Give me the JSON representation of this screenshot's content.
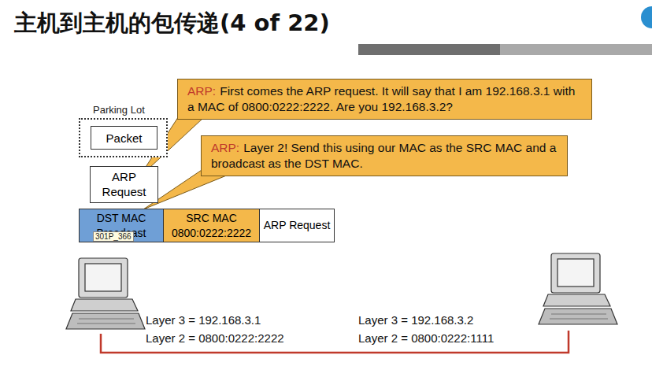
{
  "diagram": {
    "title": "主机到主机的包传递(4 of 22)",
    "nodes": [
      {
        "text": [
          "ARP:",
          "First comes the ARP request. It will say that I am 192.168.3.1 with a MAC of 0800:0222:2222.  Are you 192.168.3.2?"
        ]
      },
      {
        "text": [
          "ARP:",
          "Layer 2! Send this using our MAC as the SRC MAC and a broadcast as the DST MAC."
        ]
      },
      {
        "text": [
          "Parking Lot"
        ]
      },
      {
        "text": [
          "Packet"
        ],
        "in": 2
      },
      {
        "text": [
          "ARP Request"
        ]
      },
      {
        "text": [
          "DST MAC",
          "Broadcast"
        ]
      },
      {
        "text": [
          "SRC MAC",
          "0800:0222:2222"
        ]
      },
      {
        "text": [
          "ARP Request"
        ]
      }
    ],
    "edges": [],
    "labels": [
      "301P_366",
      "Layer 3 = 192.168.3.1",
      "Layer 2 = 0800:0222:2222",
      "Layer 3 = 192.168.3.2",
      "Layer 2 = 0800:0222:1111"
    ]
  }
}
